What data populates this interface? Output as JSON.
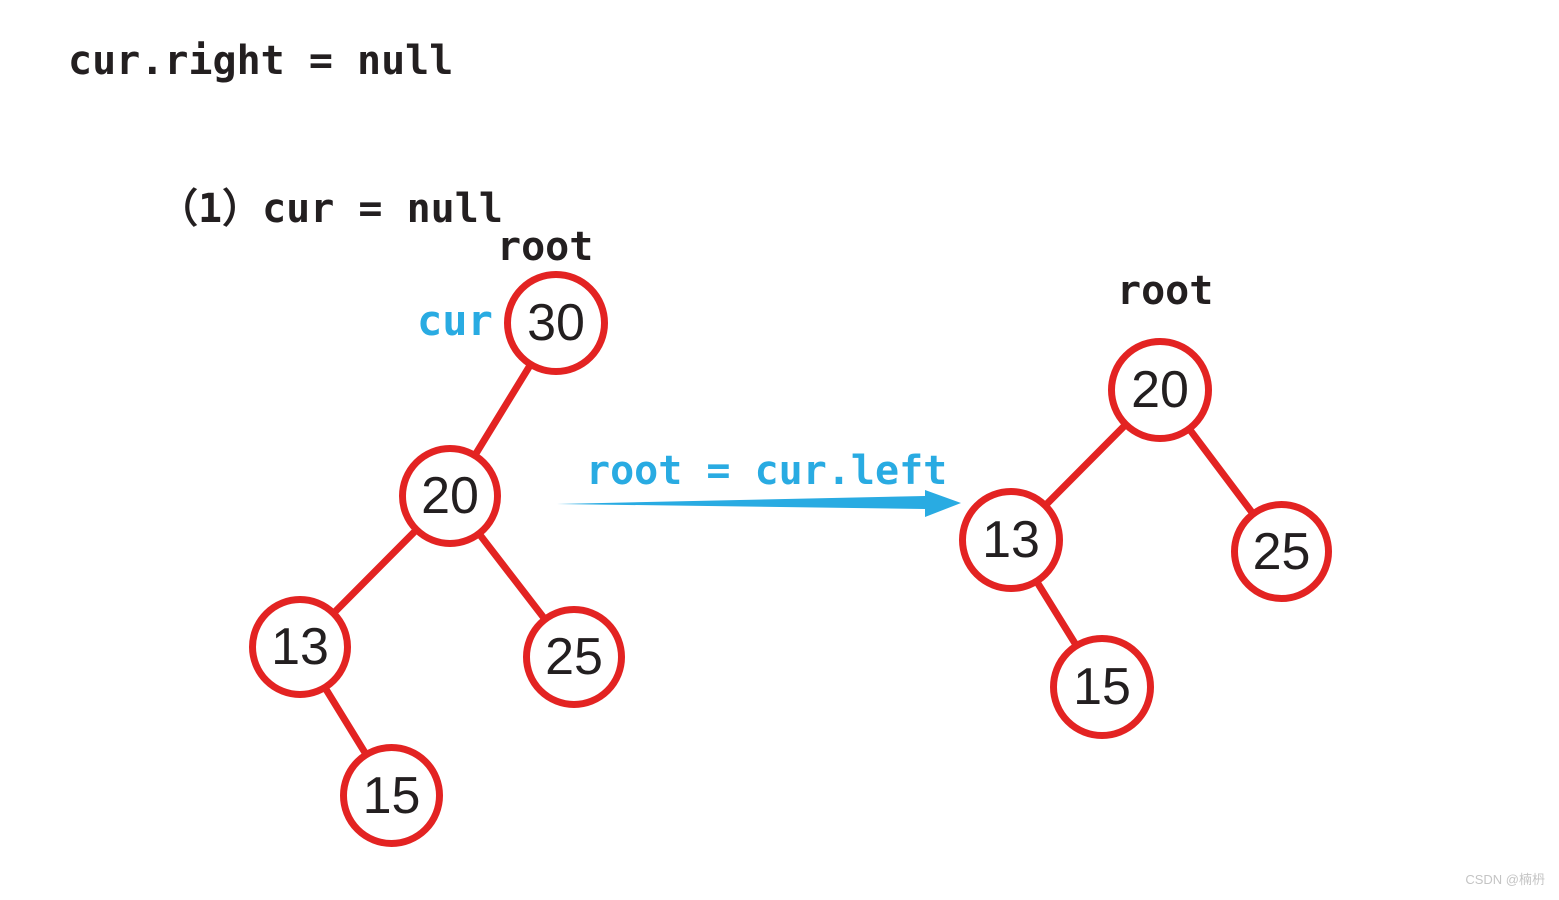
{
  "title": "cur.right = null",
  "subtitle": "（1）cur = null",
  "colors": {
    "ink": "#231f20",
    "red": "#e32322",
    "cyan": "#29abe2",
    "watermark": "#c4c4c4"
  },
  "left_tree": {
    "root_label": "root",
    "cur_label": "cur",
    "nodes": [
      {
        "value": "30"
      },
      {
        "value": "20"
      },
      {
        "value": "13"
      },
      {
        "value": "25"
      },
      {
        "value": "15"
      }
    ]
  },
  "transform_arrow": {
    "label": "root = cur.left"
  },
  "right_tree": {
    "root_label": "root",
    "nodes": [
      {
        "value": "20"
      },
      {
        "value": "13"
      },
      {
        "value": "25"
      },
      {
        "value": "15"
      }
    ]
  },
  "watermark": "CSDN @楠枬"
}
